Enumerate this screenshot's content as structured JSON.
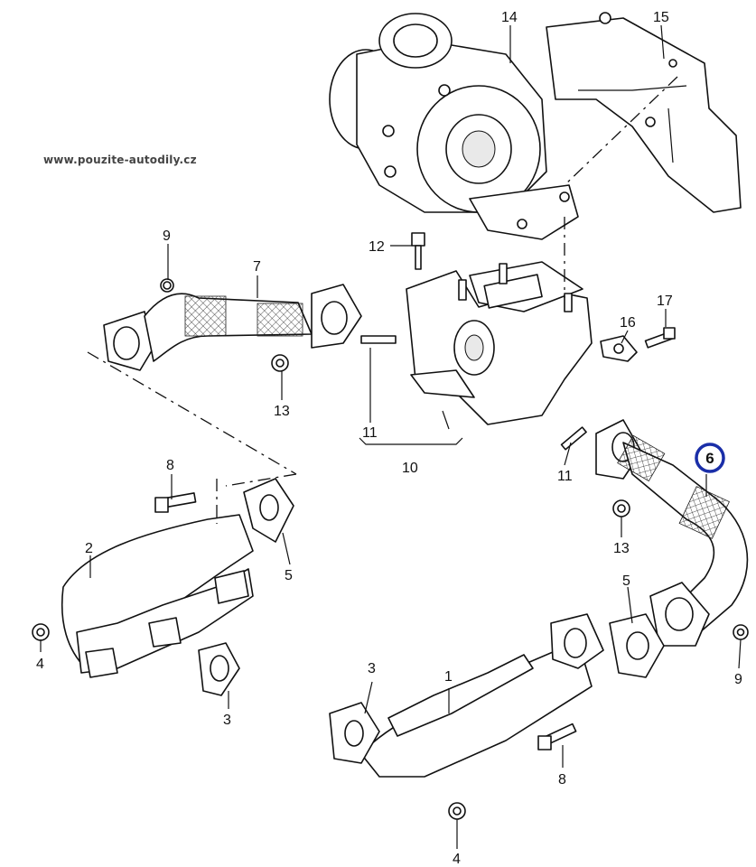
{
  "watermark": "www.pouzite-autodily.cz",
  "highlight_color": "#1a2ea8",
  "highlighted_label": "6",
  "labels": {
    "p1": "1",
    "p2": "2",
    "p3a": "3",
    "p3b": "3",
    "p4a": "4",
    "p4b": "4",
    "p5a": "5",
    "p5b": "5",
    "p6": "6",
    "p7": "7",
    "p8a": "8",
    "p8b": "8",
    "p9a": "9",
    "p9b": "9",
    "p10": "10",
    "p11a": "11",
    "p11b": "11",
    "p12": "12",
    "p13a": "13",
    "p13b": "13",
    "p14": "14",
    "p15": "15",
    "p16": "16",
    "p17": "17"
  }
}
